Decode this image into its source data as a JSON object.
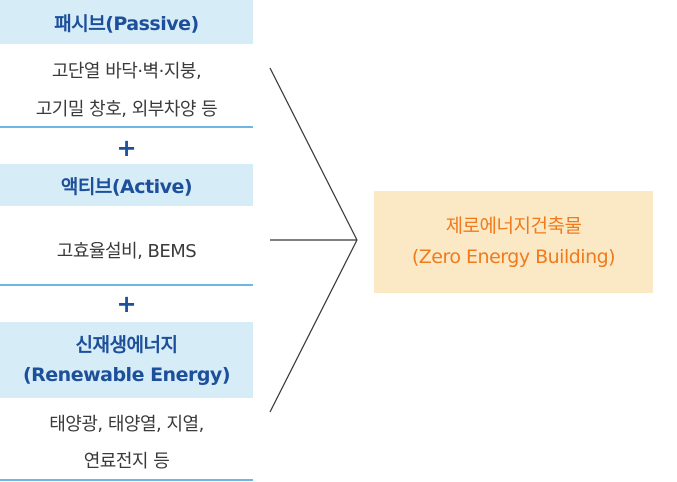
{
  "passive": {
    "title": "패시브(Passive)",
    "line1": "고단열 바닥·벽·지붕,",
    "line2": "고기밀 창호, 외부차양 등"
  },
  "plus1": "+",
  "active": {
    "title": "액티브(Active)",
    "line1": "고효율설비, BEMS"
  },
  "plus2": "+",
  "renewable": {
    "title1": "신재생에너지",
    "title2": "(Renewable Energy)",
    "line1": "태양광, 태양열, 지열,",
    "line2": "연료전지 등"
  },
  "result": {
    "line1": "제로에너지건축물",
    "line2": "(Zero Energy Building)"
  },
  "colors": {
    "header_bg": "#d6ecf7",
    "header_text": "#1d4f9a",
    "rule": "#6fb6e3",
    "result_bg": "#fbe9c6",
    "result_text": "#f07a1c",
    "connector": "#333333"
  }
}
